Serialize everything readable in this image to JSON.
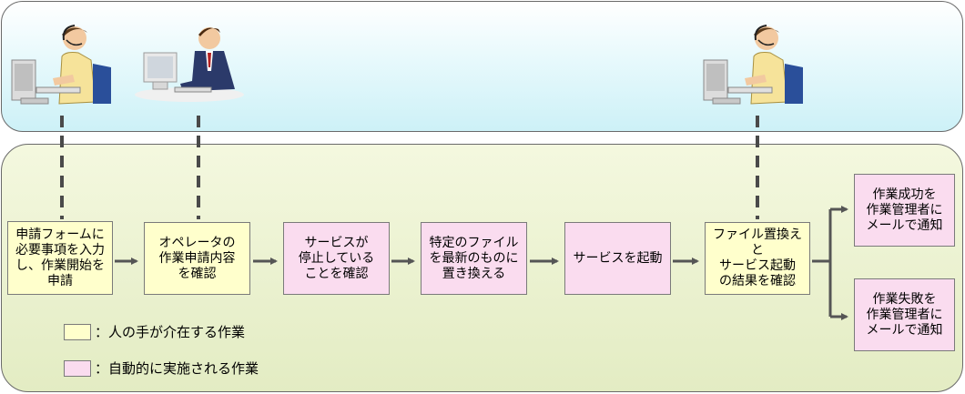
{
  "steps": [
    {
      "id": "apply",
      "type": "human",
      "text": "申請フォームに\n必要事項を入力\nし、作業開始を\n申請"
    },
    {
      "id": "operator-check",
      "type": "human",
      "text": "オペレータの\n作業申請内容\nを確認"
    },
    {
      "id": "service-stop-check",
      "type": "auto",
      "text": "サービスが\n停止している\nことを確認"
    },
    {
      "id": "replace-file",
      "type": "auto",
      "text": "特定のファイル\nを最新のものに\n置き換える"
    },
    {
      "id": "start-service",
      "type": "auto",
      "text": "サービスを起動"
    },
    {
      "id": "verify-result",
      "type": "human",
      "text": "ファイル置換えと\nサービス起動\nの結果を確認"
    }
  ],
  "outcomes": {
    "success": "作業成功を\n作業管理者に\nメールで通知",
    "failure": "作業失敗を\n作業管理者に\nメールで通知"
  },
  "legend": {
    "human": "：人の手が介在する作業",
    "auto": "：自動的に実施される作業"
  },
  "colors": {
    "human": "#ffffcc",
    "auto": "#fadcef",
    "top_panel": "#cdf1f7",
    "bottom_panel": "#e3ecc3"
  },
  "icons": [
    "operator-with-headset-icon",
    "businessman-at-computer-icon",
    "operator-with-headset-icon"
  ]
}
